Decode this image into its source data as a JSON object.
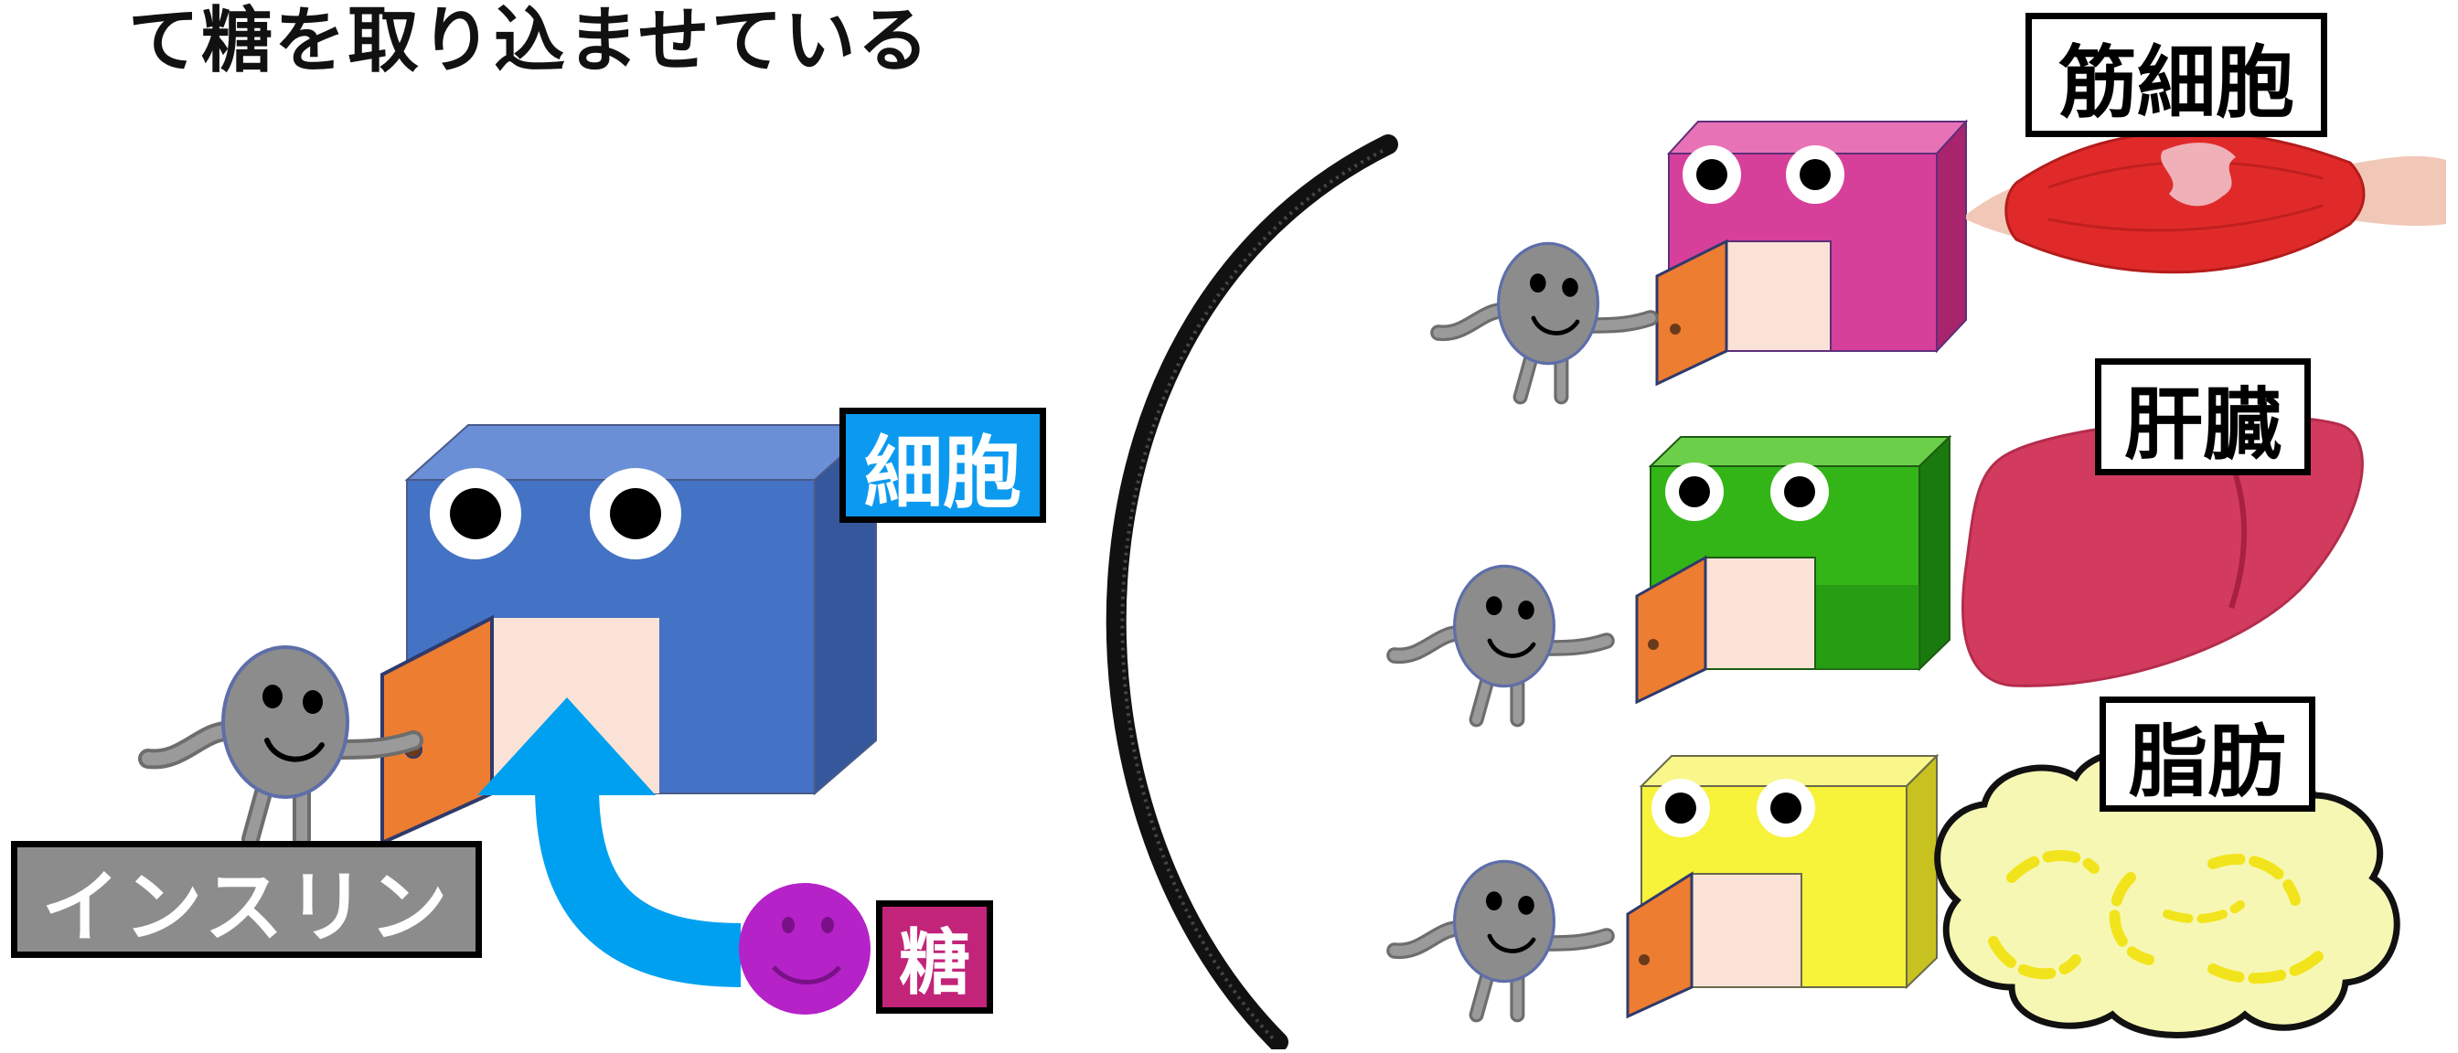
{
  "title": "て糖を取り込ませている",
  "labels": {
    "insulin": "インスリン",
    "cell": "細胞",
    "sugar": "糖",
    "muscle": "筋細胞",
    "liver": "肝臓",
    "fat": "脂肪"
  },
  "colors": {
    "cell_blue": "#4472c4",
    "cell_magenta": "#d6409a",
    "cell_green": "#33b518",
    "cell_yellow": "#f7f23a",
    "door_orange": "#ed7d31",
    "doorway": "#fae3d6",
    "insulin_gray": "#8c8c8c",
    "sugar_purple": "#b522c8",
    "arrow_blue": "#00a0f0",
    "muscle_red": "#e02a2a",
    "liver_red": "#d23b5e",
    "fat_yellow": "#f7f7b4"
  },
  "icons": {
    "insulin": "insulin-character-icon",
    "sugar": "sugar-face-icon",
    "muscle": "muscle-icon",
    "liver": "liver-icon",
    "fat": "fat-blob-icon"
  }
}
